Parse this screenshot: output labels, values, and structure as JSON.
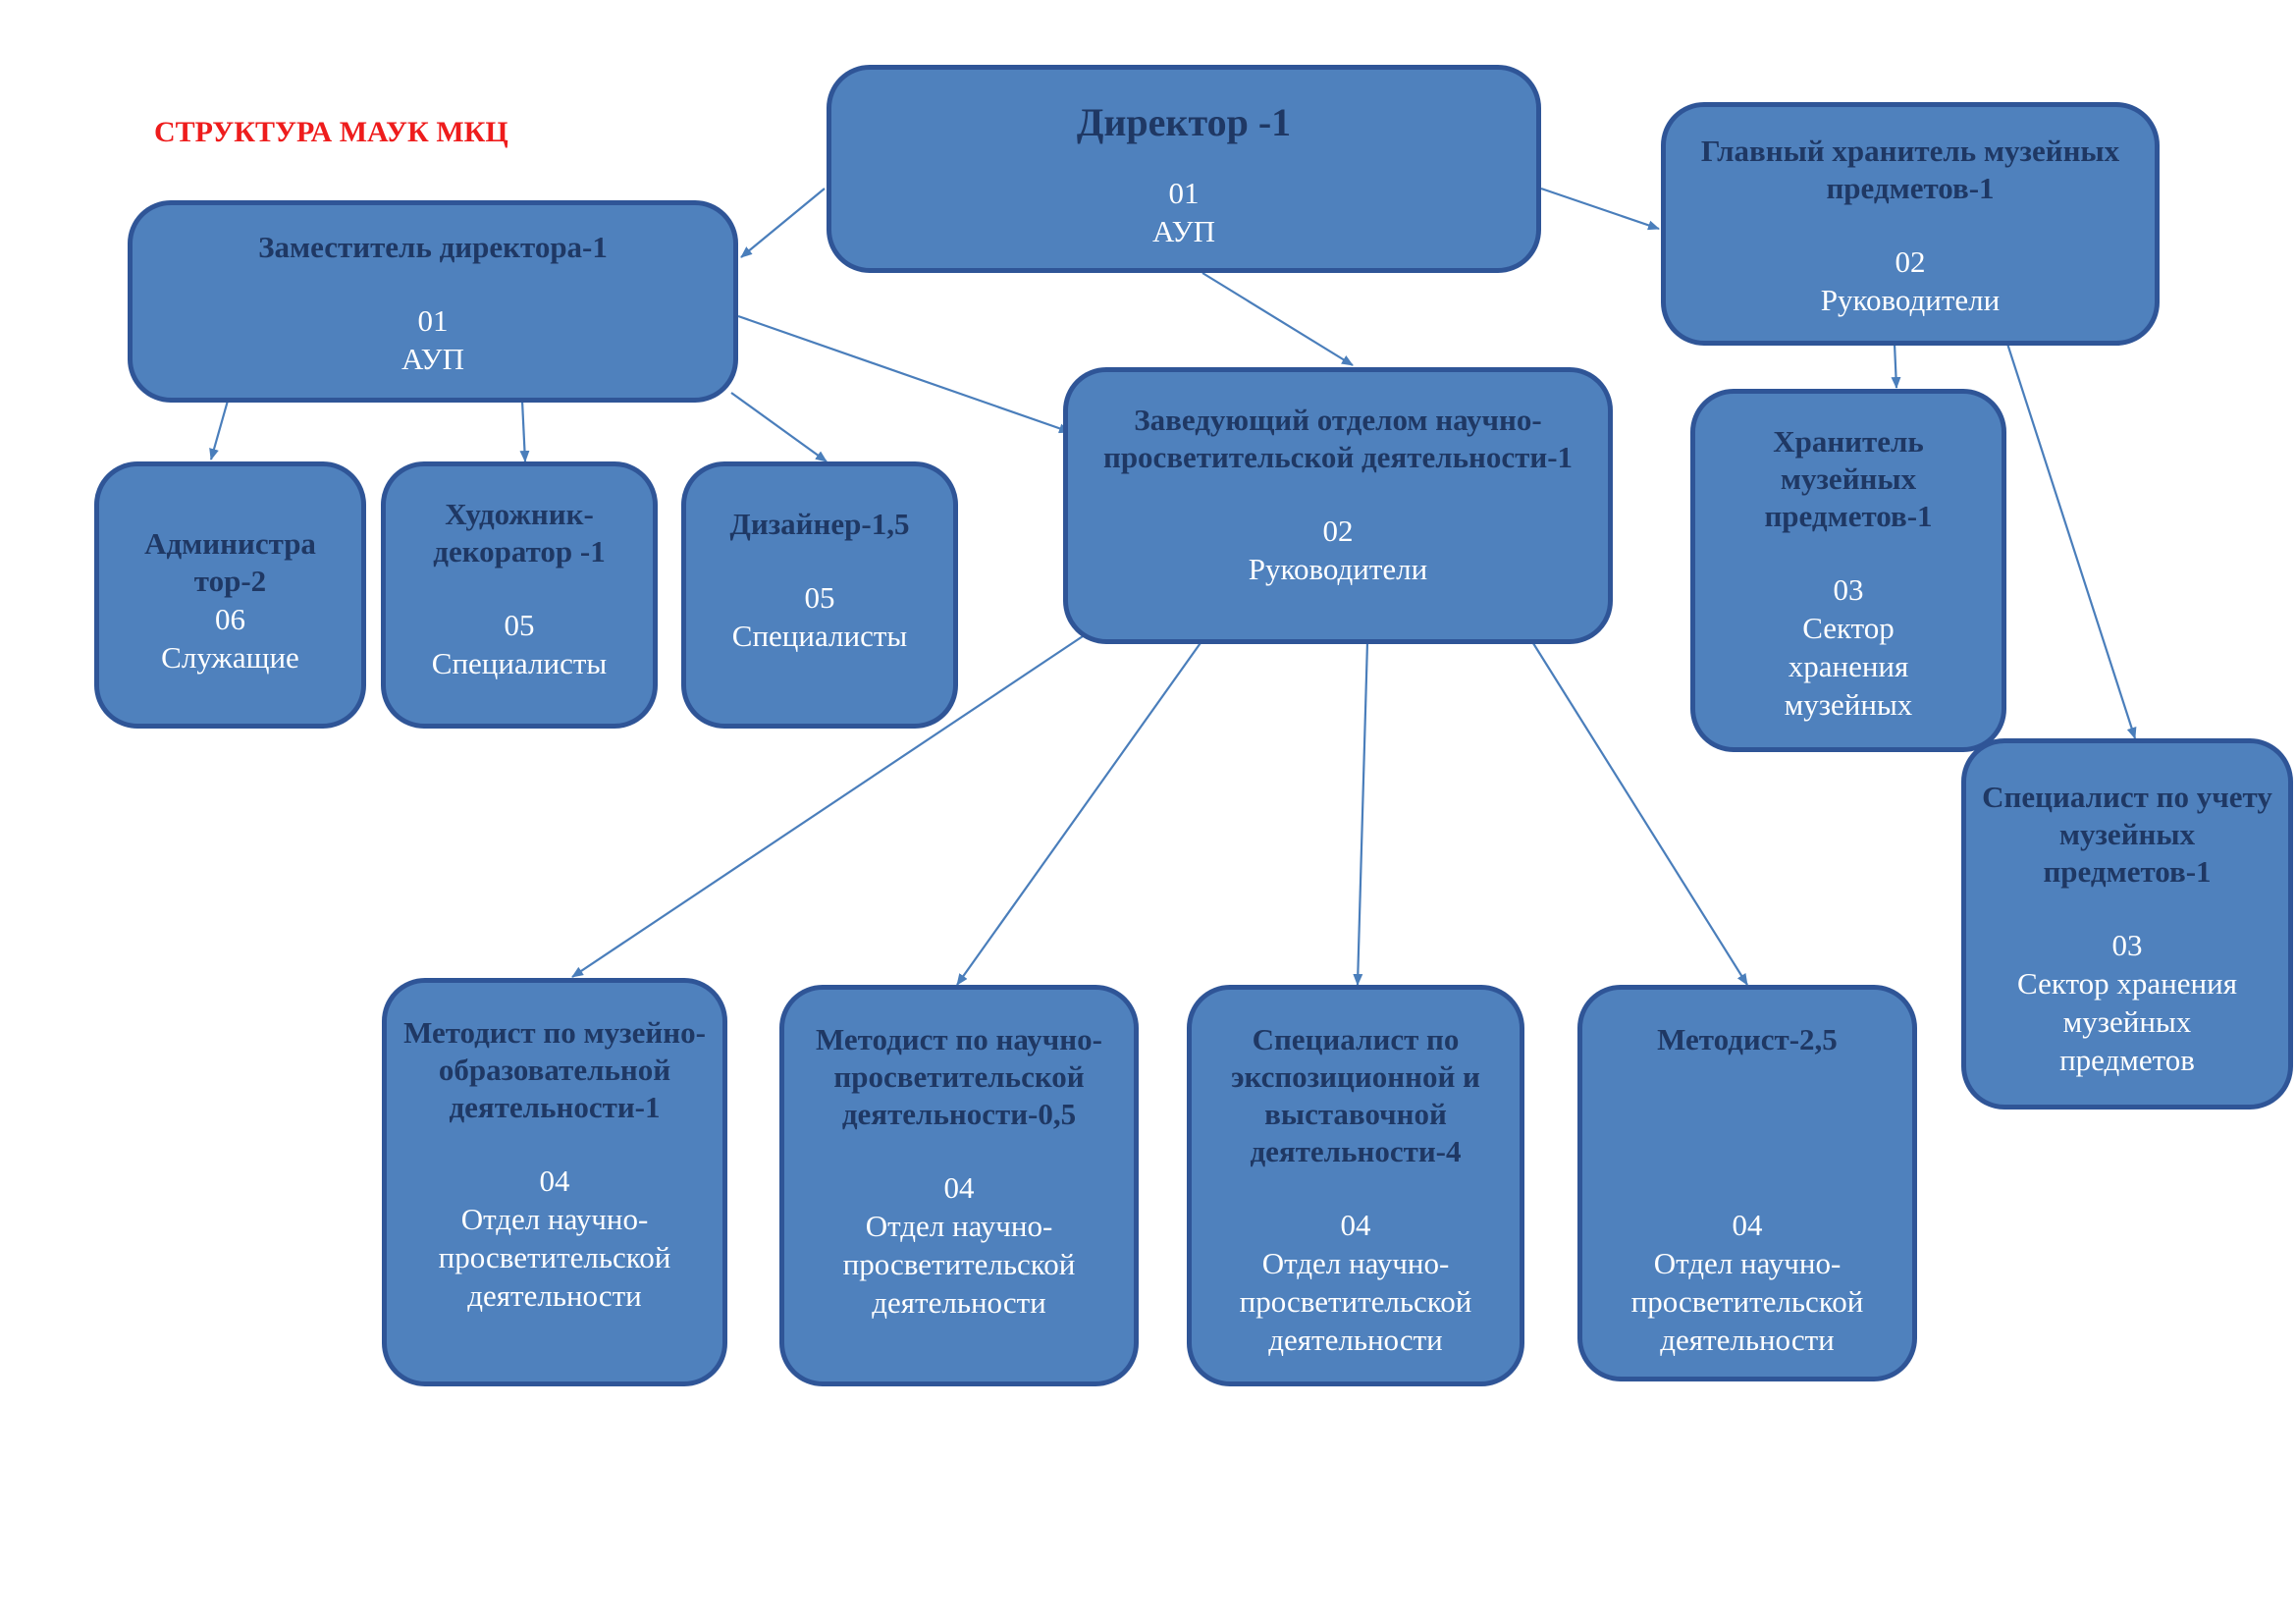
{
  "title": "СТРУКТУРА МАУК МКЦ",
  "colors": {
    "box_fill": "#4f81bd",
    "box_border": "#2f5597",
    "title_text": "#1f3864",
    "body_text": "#ffffff",
    "heading": "#ee1c1c",
    "edge": "#4a7ebb"
  },
  "nodes": {
    "director": {
      "title": "Директор -1",
      "code": "01",
      "desc": "АУП"
    },
    "deputy": {
      "title": "Заместитель директора-1",
      "code": "01",
      "desc": "АУП"
    },
    "chief_keeper": {
      "title": "Главный хранитель музейных предметов-1",
      "code": "02",
      "desc": "Руководители"
    },
    "head_dept": {
      "title": "Заведующий отделом научно-просветительской деятельности-1",
      "code": "02",
      "desc": "Руководители"
    },
    "admin": {
      "title": "Администра тор-2",
      "code": "06",
      "desc": "Служащие"
    },
    "artist": {
      "title": "Художник-декоратор -1",
      "code": "05",
      "desc": "Специалисты"
    },
    "designer": {
      "title": "Дизайнер-1,5",
      "code": "05",
      "desc": "Специалисты"
    },
    "keeper": {
      "title": "Хранитель музейных предметов-1",
      "code": "03",
      "desc": "Сектор хранения музейных"
    },
    "accounting": {
      "title": "Специалист по учету музейных предметов-1",
      "code": "03",
      "desc": "Сектор хранения музейных предметов"
    },
    "methodist_museum": {
      "title": "Методист по музейно-образовательной деятельности-1",
      "code": "04",
      "desc": "Отдел научно-просветительской деятельности"
    },
    "methodist_edu": {
      "title": "Методист по научно-просветительской деятельности-0,5",
      "code": "04",
      "desc": "Отдел научно-просветительской деятельности"
    },
    "exhibit": {
      "title": "Специалист по экспозиционной и выставочной деятельности-4",
      "code": "04",
      "desc": "Отдел научно-просветительской деятельности"
    },
    "methodist": {
      "title": "Методист-2,5",
      "code": "04",
      "desc": "Отдел научно-просветительской деятельности"
    }
  }
}
